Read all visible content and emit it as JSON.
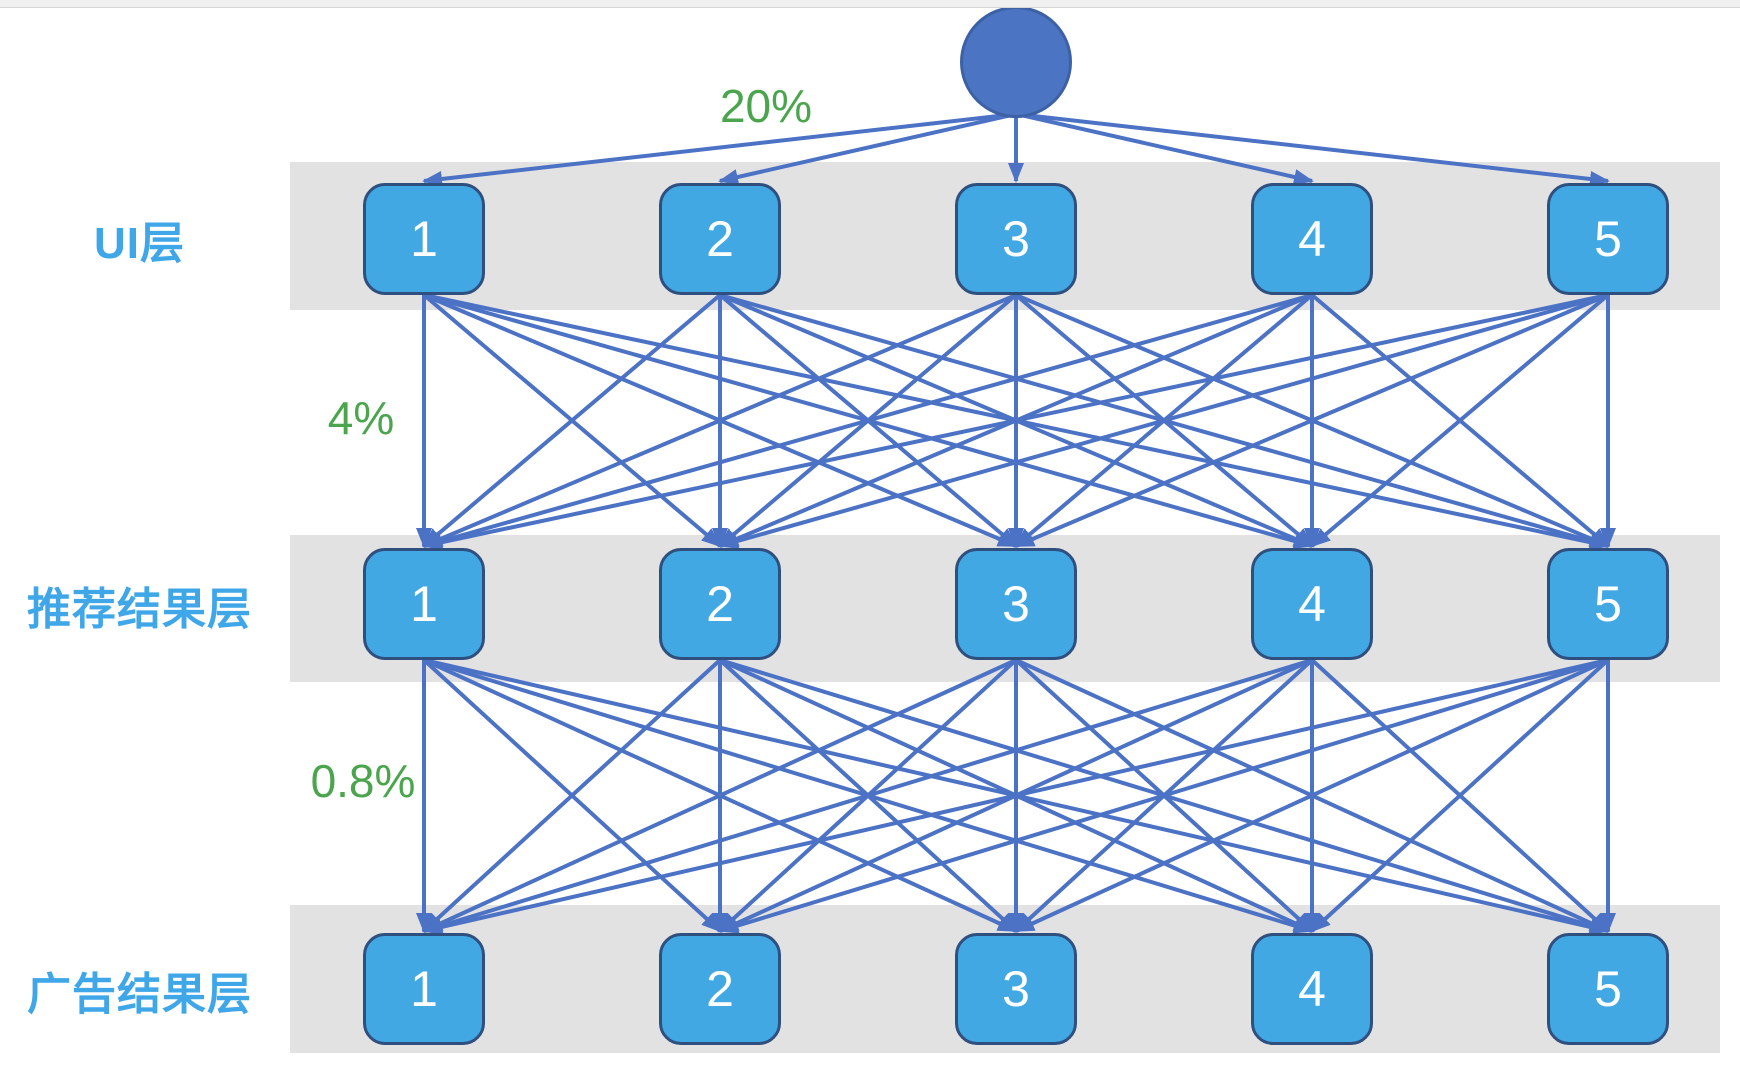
{
  "diagram_type": "funnel-network",
  "root_node": {
    "shape": "circle",
    "label": ""
  },
  "layers": [
    {
      "label": "UI层",
      "rate_from_above": "20%",
      "nodes": [
        "1",
        "2",
        "3",
        "4",
        "5"
      ]
    },
    {
      "label": "推荐结果层",
      "rate_from_above": "4%",
      "nodes": [
        "1",
        "2",
        "3",
        "4",
        "5"
      ]
    },
    {
      "label": "广告结果层",
      "rate_from_above": "0.8%",
      "nodes": [
        "1",
        "2",
        "3",
        "4",
        "5"
      ]
    }
  ],
  "colors": {
    "node_fill": "#41a8e3",
    "node_border": "#2f4f7f",
    "root_fill": "#4b74c2",
    "root_border": "#3c61a5",
    "edge": "#4b72c4",
    "band_bg": "#e3e2e3",
    "label_blue": "#3fa6e8",
    "rate_green": "#4aa54d",
    "node_text": "#ffffff"
  }
}
